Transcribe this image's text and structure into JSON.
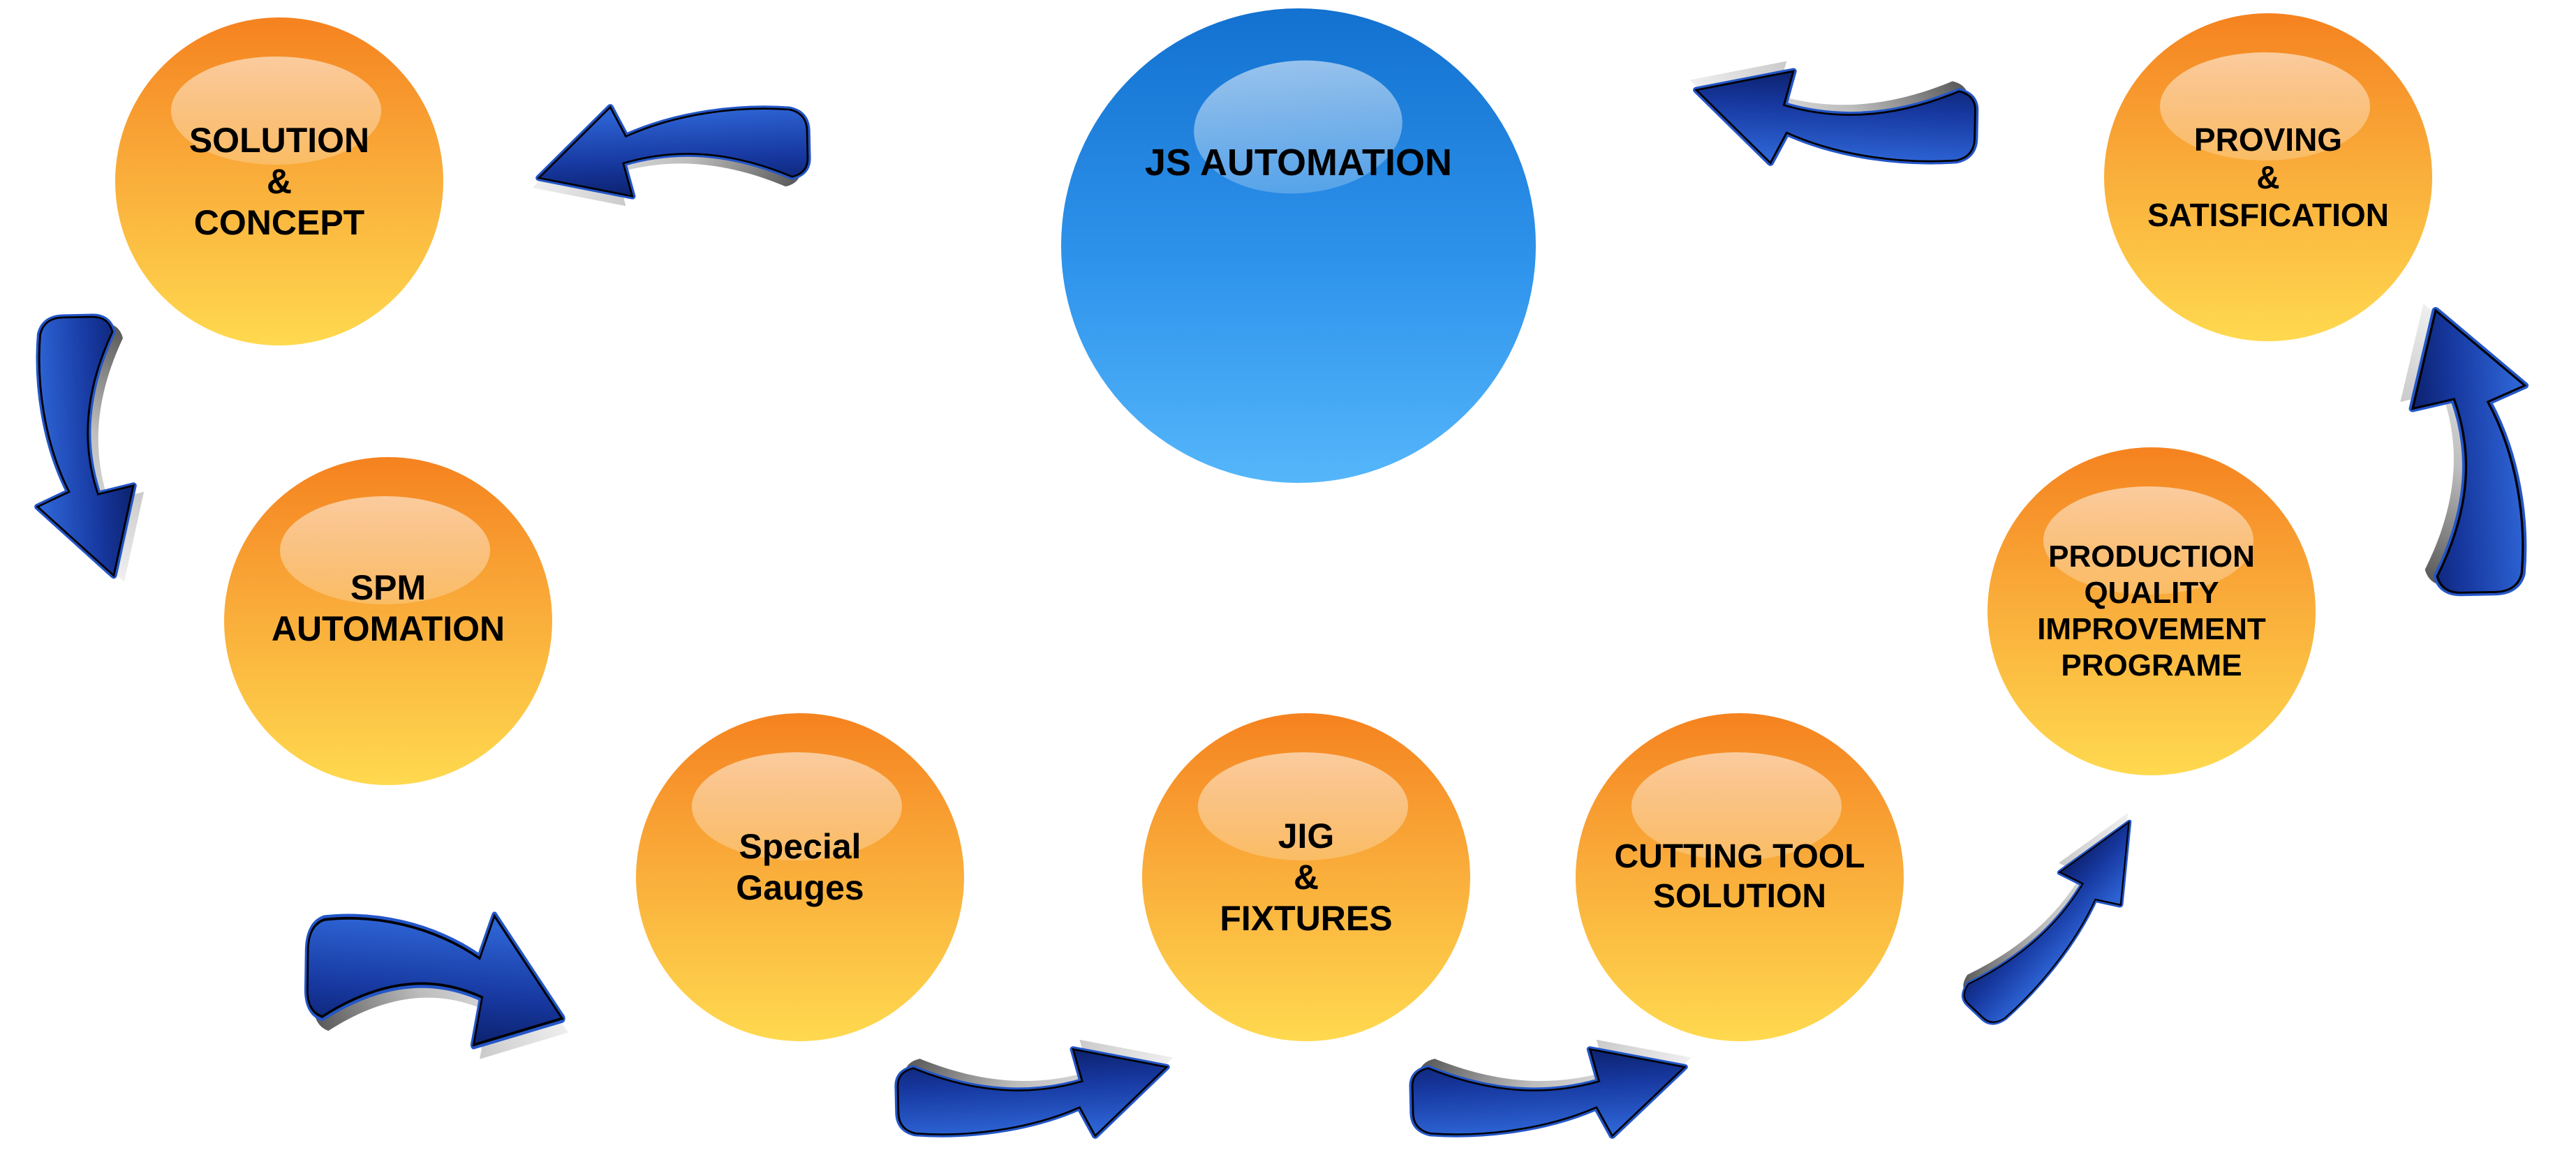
{
  "diagram": {
    "nodes": [
      {
        "id": "solution-concept",
        "label": "SOLUTION\n&\nCONCEPT",
        "shape": "sphere",
        "color": "orange"
      },
      {
        "id": "js-automation",
        "label": "JS AUTOMATION",
        "shape": "sphere",
        "color": "blue"
      },
      {
        "id": "proving-satisfication",
        "label": "PROVING\n&\nSATISFICATION",
        "shape": "sphere",
        "color": "orange"
      },
      {
        "id": "spm-automation",
        "label": "SPM\nAUTOMATION",
        "shape": "sphere",
        "color": "orange"
      },
      {
        "id": "production-quality-improvement-programe",
        "label": "PRODUCTION\nQUALITY\nIMPROVEMENT\nPROGRAME",
        "shape": "sphere",
        "color": "orange"
      },
      {
        "id": "special-gauges",
        "label": "Special\nGauges",
        "shape": "sphere",
        "color": "orange"
      },
      {
        "id": "jig-fixtures",
        "label": "JIG\n&\nFIXTURES",
        "shape": "sphere",
        "color": "orange"
      },
      {
        "id": "cutting-tool-solution",
        "label": "CUTTING TOOL\nSOLUTION",
        "shape": "sphere",
        "color": "orange"
      }
    ],
    "arrows": [
      {
        "id": "arrow-js-to-solution",
        "from": "js-automation",
        "to": "solution-concept",
        "direction": "left-down"
      },
      {
        "id": "arrow-solution-to-spm",
        "from": "solution-concept",
        "to": "spm-automation",
        "direction": "down"
      },
      {
        "id": "arrow-spm-to-gauges",
        "from": "spm-automation",
        "to": "special-gauges",
        "direction": "down-right"
      },
      {
        "id": "arrow-gauges-to-jig",
        "from": "special-gauges",
        "to": "jig-fixtures",
        "direction": "up-right"
      },
      {
        "id": "arrow-jig-to-cutting",
        "from": "jig-fixtures",
        "to": "cutting-tool-solution",
        "direction": "up-right"
      },
      {
        "id": "arrow-cutting-to-production",
        "from": "cutting-tool-solution",
        "to": "production-quality-improvement-programe",
        "direction": "up-right"
      },
      {
        "id": "arrow-production-to-proving",
        "from": "production-quality-improvement-programe",
        "to": "proving-satisfication",
        "direction": "up"
      },
      {
        "id": "arrow-proving-to-js",
        "from": "proving-satisfication",
        "to": "js-automation",
        "direction": "left"
      }
    ],
    "colors": {
      "orange_sphere_top": "#F5821F",
      "orange_sphere_bottom": "#FFD94F",
      "blue_sphere_top": "#1371D0",
      "blue_sphere_bottom": "#55B6FA",
      "arrow_fill_dark": "#0A1C60",
      "arrow_fill_light": "#2D63D4",
      "arrow_rim": "#2456C8",
      "arrow_inner_line": "#000000",
      "arrow_shadow": "#9A9A9A",
      "text": "#000000",
      "background": "#FFFFFF"
    }
  }
}
